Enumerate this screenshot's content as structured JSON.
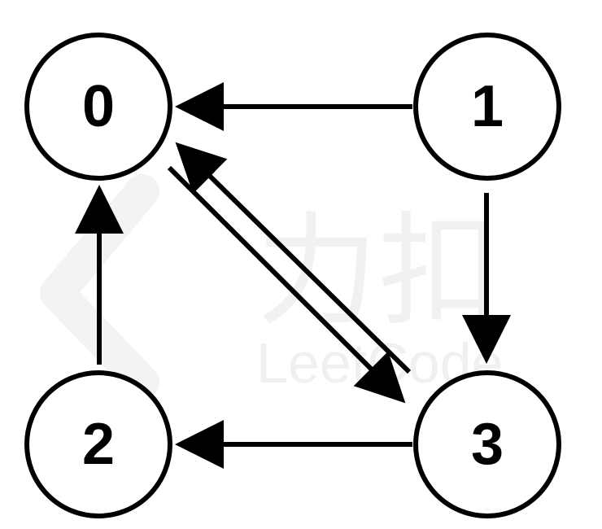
{
  "nodes": [
    {
      "id": "0",
      "label": "0"
    },
    {
      "id": "1",
      "label": "1"
    },
    {
      "id": "2",
      "label": "2"
    },
    {
      "id": "3",
      "label": "3"
    }
  ],
  "edges": [
    {
      "from": "1",
      "to": "0"
    },
    {
      "from": "1",
      "to": "3"
    },
    {
      "from": "2",
      "to": "0"
    },
    {
      "from": "3",
      "to": "2"
    },
    {
      "from": "0",
      "to": "3"
    },
    {
      "from": "3",
      "to": "0"
    }
  ],
  "watermark": {
    "cjk": "力扣",
    "latin": "LeetCode",
    "color": "#f0f0f0"
  },
  "colors": {
    "stroke": "#000000",
    "background": "#ffffff"
  }
}
